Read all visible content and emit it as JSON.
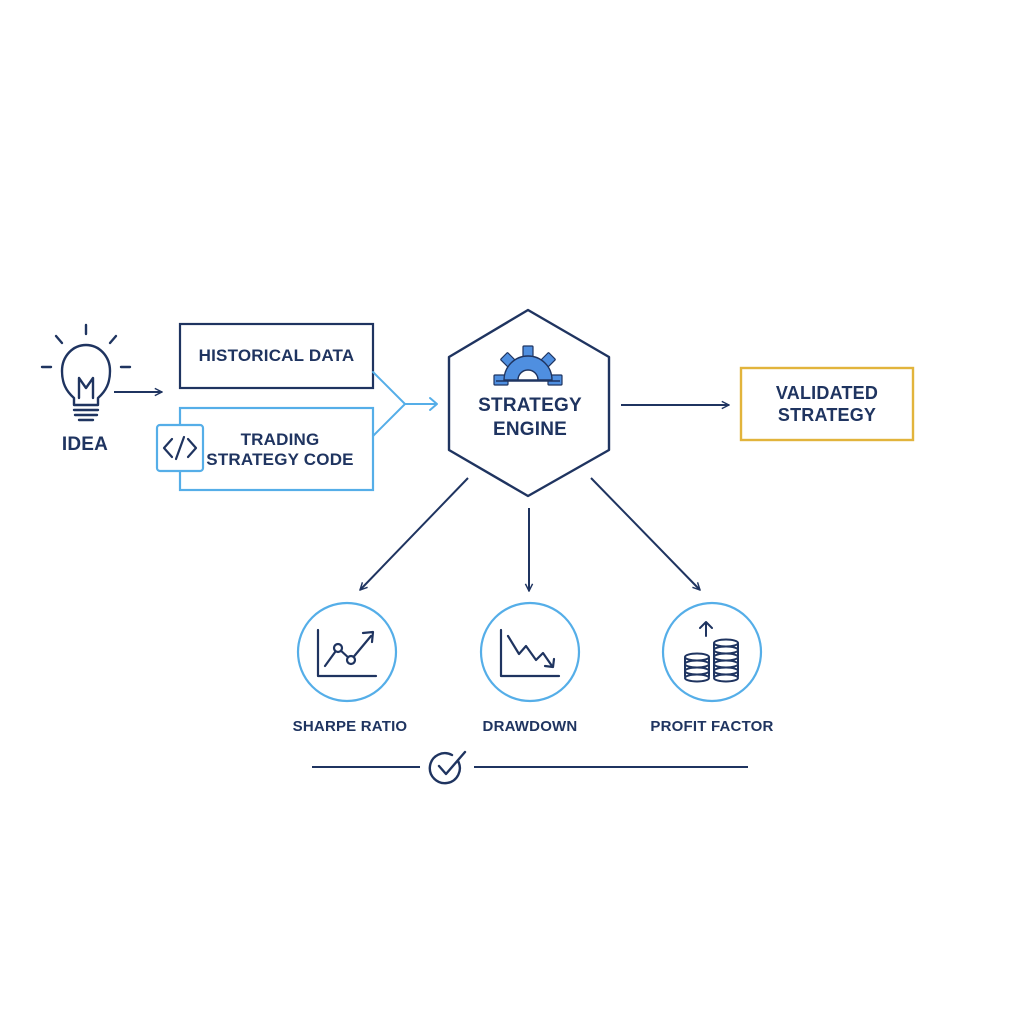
{
  "nodes": {
    "idea": {
      "label": "IDEA",
      "icon": "lightbulb-icon"
    },
    "historical_data": {
      "label": "HISTORICAL DATA"
    },
    "trading_strategy_code": {
      "label": "TRADING STRATEGY CODE",
      "icon": "code-brackets-icon"
    },
    "strategy_engine": {
      "label": "STRATEGY ENGINE",
      "icon": "gear-icon"
    },
    "validated_strategy": {
      "label": "VALIDATED STRATEGY"
    }
  },
  "metrics": [
    {
      "label": "SHARPE RATIO",
      "icon": "rising-line-chart-icon"
    },
    {
      "label": "DRAWDOWN",
      "icon": "falling-line-chart-icon"
    },
    {
      "label": "PROFIT FACTOR",
      "icon": "coin-stack-icon"
    }
  ],
  "footer": {
    "icon": "check-circle-icon"
  },
  "colors": {
    "navy": "#1f3460",
    "light_blue": "#55aee8",
    "gear_blue": "#4f8fe0",
    "gold": "#e2b43c"
  }
}
